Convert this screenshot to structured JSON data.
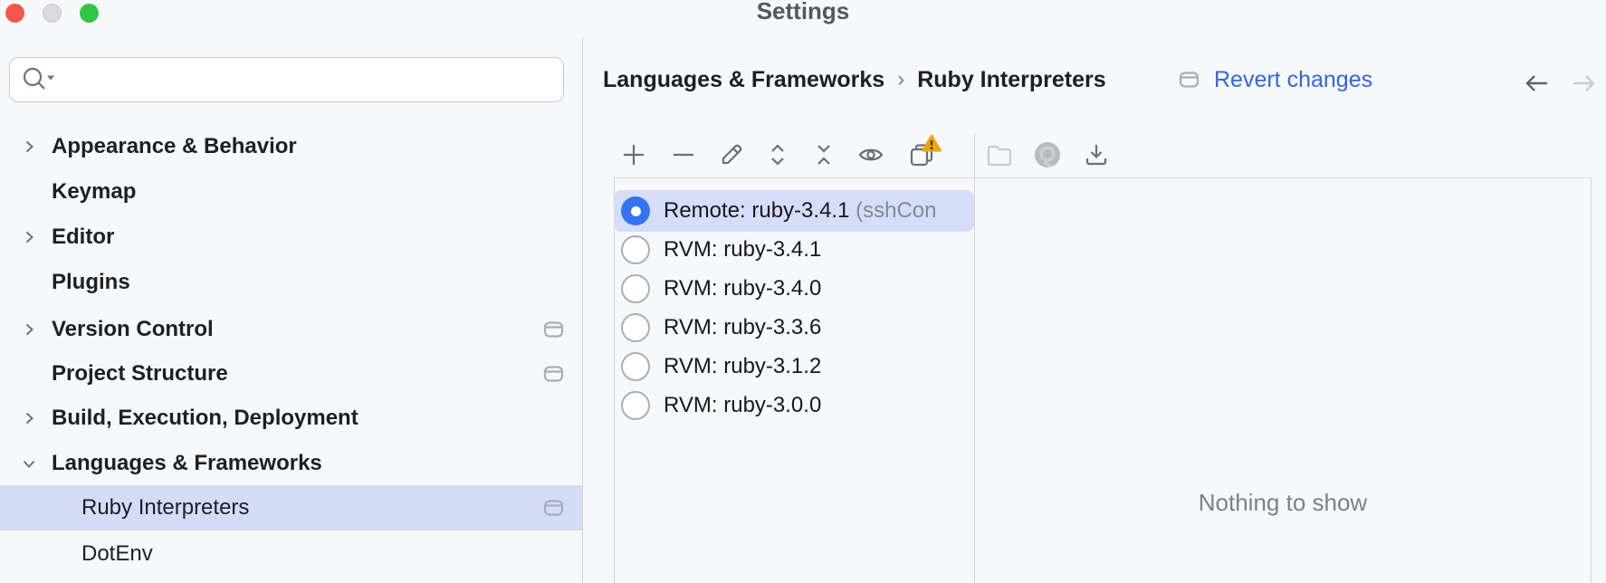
{
  "window": {
    "title": "Settings"
  },
  "titlebar": {
    "buttons": [
      "close-button",
      "minimize-button",
      "zoom-button"
    ]
  },
  "sidebar": {
    "search": {
      "value": "",
      "placeholder": "",
      "icon": "search-icon-with-dropdown"
    },
    "items": [
      {
        "label": "Appearance & Behavior",
        "chevron": "right",
        "bold": true
      },
      {
        "label": "Keymap",
        "bold": true
      },
      {
        "label": "Editor",
        "chevron": "right",
        "bold": true
      },
      {
        "label": "Plugins",
        "bold": true
      },
      {
        "label": "Version Control",
        "chevron": "right",
        "bold": true,
        "modified": true
      },
      {
        "label": "Project Structure",
        "bold": true,
        "modified": true
      },
      {
        "label": "Build, Execution, Deployment",
        "chevron": "right",
        "bold": true
      },
      {
        "label": "Languages & Frameworks",
        "chevron": "down",
        "bold": true,
        "expanded": true
      },
      {
        "label": "Ruby Interpreters",
        "child": true,
        "selected": true,
        "modified": true
      },
      {
        "label": "DotEnv",
        "child": true
      }
    ]
  },
  "header": {
    "breadcrumb": [
      "Languages & Frameworks",
      "Ruby Interpreters"
    ],
    "separator": "›",
    "modified_icon": "modified-indicator-icon",
    "revert_label": "Revert changes",
    "back_arrow_enabled": true,
    "forward_arrow_enabled": false
  },
  "toolbar": {
    "left_group": [
      "add-icon",
      "remove-icon",
      "edit-pencil-icon",
      "expand-all-icon",
      "collapse-all-icon",
      "show-hidden-eye-icon",
      "duplicate-warning-icon"
    ],
    "right_group": [
      "folder-icon",
      "gem-sphere-icon",
      "download-icon"
    ],
    "warning_badge": true
  },
  "interpreters": {
    "items": [
      {
        "name": "Remote: ruby-3.4.1",
        "suffix": "(sshCon",
        "selected": true
      },
      {
        "name": "RVM: ruby-3.4.1",
        "selected": false
      },
      {
        "name": "RVM: ruby-3.4.0",
        "selected": false
      },
      {
        "name": "RVM: ruby-3.3.6",
        "selected": false
      },
      {
        "name": "RVM: ruby-3.1.2",
        "selected": false
      },
      {
        "name": "RVM: ruby-3.0.0",
        "selected": false
      }
    ]
  },
  "gems_panel": {
    "empty_text": "Nothing to show"
  },
  "colors": {
    "background": "#f7f8fa",
    "selection": "#d6ddf8",
    "accent_blue": "#3574f0",
    "link_blue": "#3365e4",
    "warning_amber": "#f2a30c",
    "border": "#d5d7dd",
    "icon_gray": "#6a6e79",
    "disabled_gray": "#c7cad1"
  }
}
